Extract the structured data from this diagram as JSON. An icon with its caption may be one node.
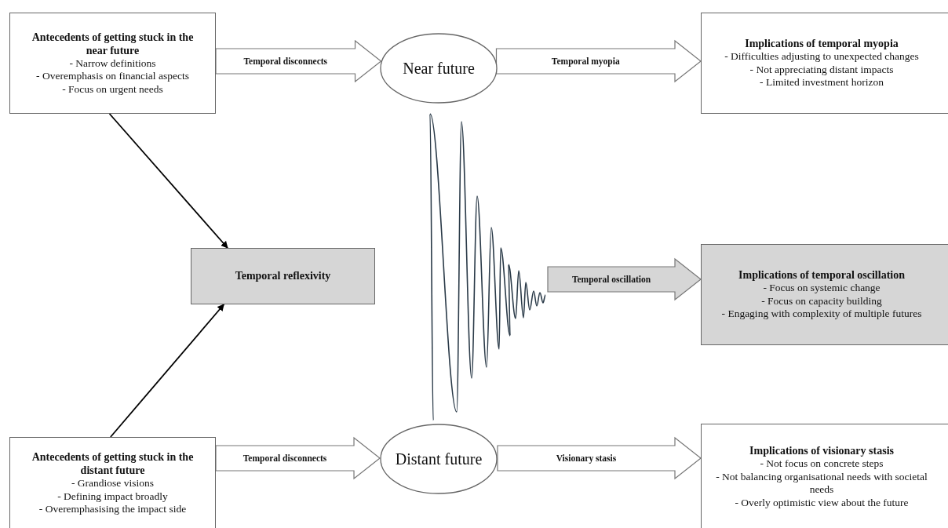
{
  "diagram": {
    "nodes": [
      {
        "text": [
          "Antecedents of getting stuck in the near future",
          "- Narrow definitions",
          "- Overemphasis on financial aspects",
          "- Focus on urgent needs"
        ]
      },
      {
        "text": [
          "Near future"
        ]
      },
      {
        "text": [
          "Implications of temporal myopia",
          "- Difficulties adjusting to unexpected changes",
          "- Not appreciating distant impacts",
          "- Limited investment horizon"
        ]
      },
      {
        "text": [
          "Temporal reflexivity"
        ]
      },
      {
        "text": [],
        "shape": "wave"
      },
      {
        "text": [
          "Implications of temporal oscillation",
          "- Focus on systemic change",
          "- Focus on capacity building",
          "- Engaging with complexity of multiple futures"
        ]
      },
      {
        "text": [
          "Antecedents of getting stuck in the distant future",
          "- Grandiose visions",
          "- Defining impact broadly",
          "- Overemphasising the impact side"
        ]
      },
      {
        "text": [
          "Distant future"
        ]
      },
      {
        "text": [
          "Implications of visionary stasis",
          "- Not focus on concrete steps",
          "- Not balancing organisational needs with societal needs",
          "- Overly optimistic view about the future"
        ]
      }
    ],
    "edges": [
      {
        "from": 0,
        "to": 1,
        "arrow": "to",
        "label": "Temporal disconnects"
      },
      {
        "from": 1,
        "to": 2,
        "arrow": "to",
        "label": "Temporal myopia"
      },
      {
        "from": 0,
        "to": 3,
        "arrow": "to"
      },
      {
        "from": 6,
        "to": 3,
        "arrow": "to"
      },
      {
        "from": 4,
        "to": 5,
        "arrow": "to",
        "label": "Temporal oscillation"
      },
      {
        "from": 6,
        "to": 7,
        "arrow": "to",
        "label": "Temporal disconnects"
      },
      {
        "from": 7,
        "to": 8,
        "arrow": "to",
        "label": "Visionary stasis"
      }
    ]
  }
}
